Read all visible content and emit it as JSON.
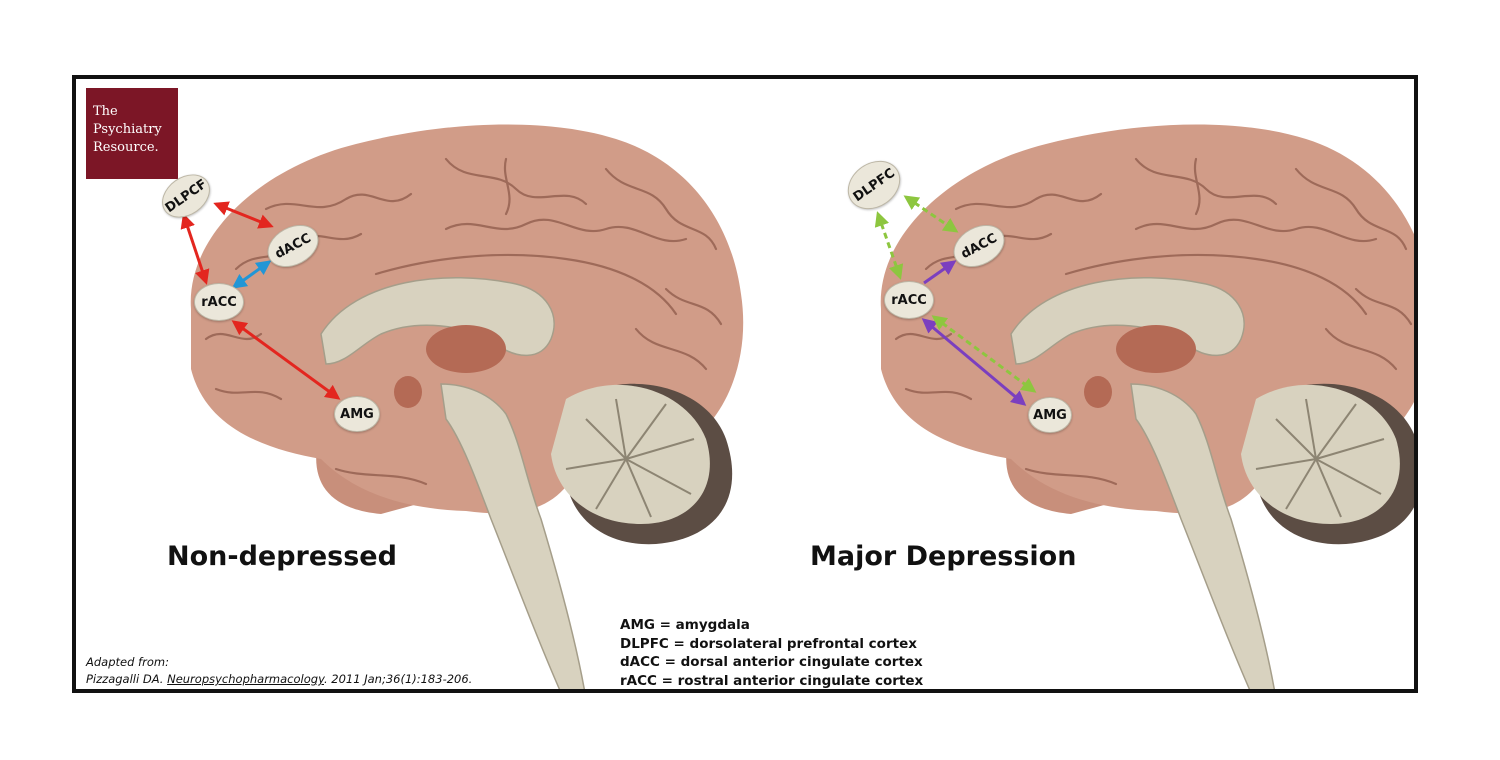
{
  "logo": {
    "lines": [
      "The",
      "Psychiatry",
      "Resource."
    ]
  },
  "panels": {
    "left": {
      "title": "Non-depressed",
      "nodes": {
        "dlpfc": "DLPCF",
        "dacc": "dACC",
        "racc": "rACC",
        "amg": "AMG"
      }
    },
    "right": {
      "title": "Major Depression",
      "nodes": {
        "dlpfc": "DLPFC",
        "dacc": "dACC",
        "racc": "rACC",
        "amg": "AMG"
      }
    }
  },
  "legend": [
    "AMG = amygdala",
    "DLPFC = dorsolateral prefrontal cortex",
    "dACC = dorsal anterior cingulate cortex",
    "rACC = rostral anterior cingulate cortex"
  ],
  "citation": {
    "line1": "Adapted from:",
    "author": "Pizzagalli DA. ",
    "journal": "Neuropsychopharmacology",
    "rest": ". 2011 Jan;36(1):183-206."
  },
  "colors": {
    "cortex": "#d19c88",
    "sulcus": "#8d5a4a",
    "brainstem": "#d8d2bf",
    "thalamus": "#b46a55",
    "red_arrow": "#e3261f",
    "blue_arrow": "#2296d6",
    "green_dashed_arrow": "#8dc63f",
    "purple_arrow": "#7b3fbf",
    "logo": "#7c1626"
  }
}
